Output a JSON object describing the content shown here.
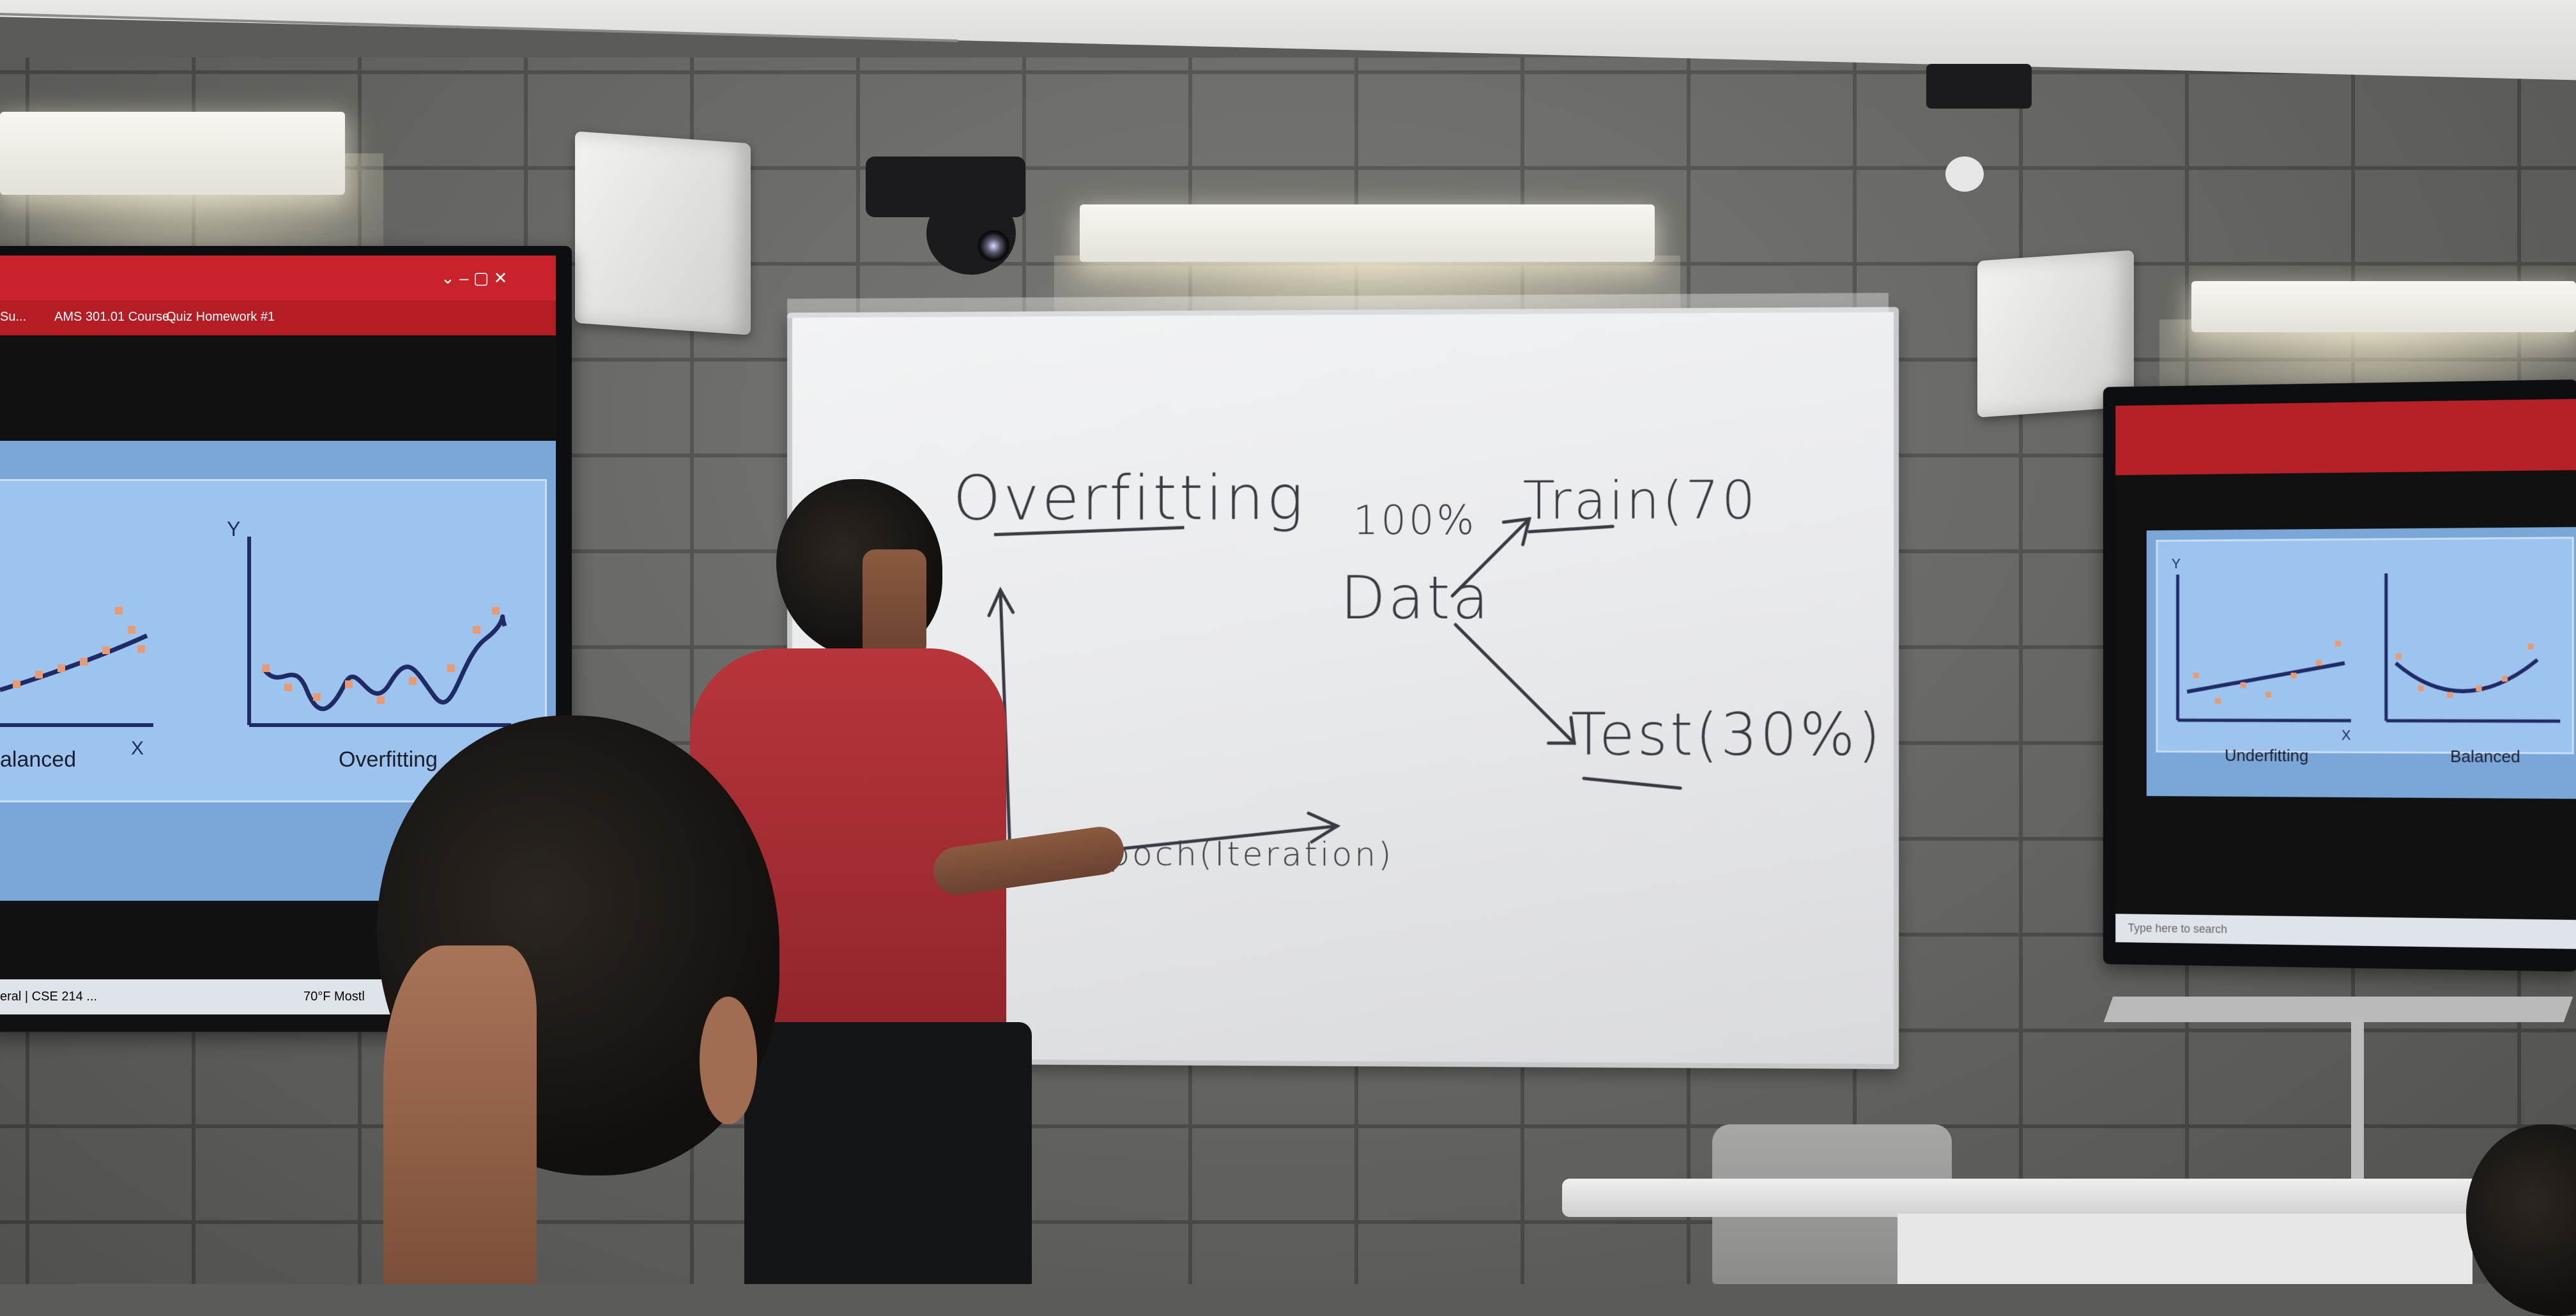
{
  "whiteboard": {
    "heading": "Overfitting",
    "percent": "100%",
    "data_label": "Data",
    "train_label": "Train(70",
    "test_label": "Test(30%)",
    "axis_label": "epoch(Iteration)"
  },
  "left_screen": {
    "tabs": [
      "Su...",
      "AMS 301.01 Course...",
      "Quiz Homework #1"
    ],
    "caption_left": "alanced",
    "caption_right": "Overfitting",
    "axis_x": "X",
    "axis_y": "Y",
    "status_weather": "70°F Mostl",
    "status_course": "eral | CSE 214 ..."
  },
  "right_screen": {
    "caption_left": "Underfitting",
    "caption_right": "Balanced",
    "axis_x": "X",
    "axis_y": "Y",
    "search_placeholder": "Type here to search"
  },
  "colors": {
    "chrome_red": "#c8232a",
    "slide_blue": "#9cc4ef",
    "curve_navy": "#1f2a66",
    "points_orange": "#e89a72",
    "shirt_red": "#b7353b"
  }
}
